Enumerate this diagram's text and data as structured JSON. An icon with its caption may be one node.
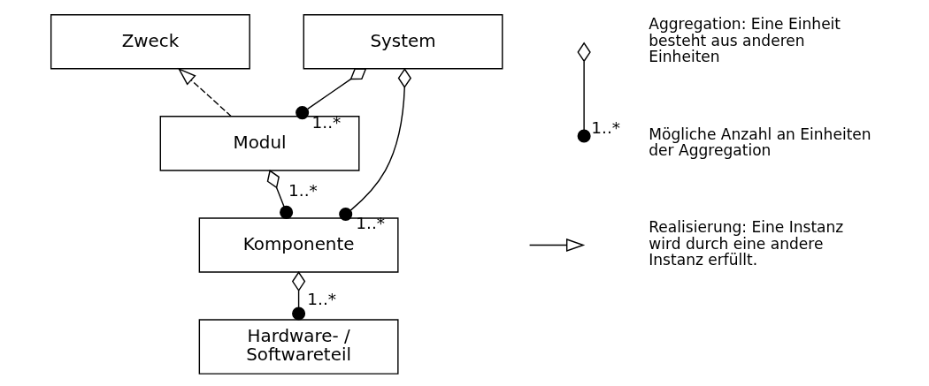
{
  "diagram": {
    "nodes": [
      {
        "text": [
          "Zweck"
        ]
      },
      {
        "text": [
          "System"
        ]
      },
      {
        "text": [
          "Modul"
        ]
      },
      {
        "text": [
          "Komponente"
        ]
      },
      {
        "text": [
          "Hardware- / Softwareteil"
        ]
      }
    ],
    "edges": [
      {
        "from": 2,
        "to": 0,
        "arrow": "to",
        "style": "dashed"
      },
      {
        "from": 1,
        "to": 2,
        "arrow": "other",
        "label": "1..*"
      },
      {
        "from": 1,
        "to": 3,
        "arrow": "other",
        "label": "1..*"
      },
      {
        "from": 2,
        "to": 3,
        "arrow": "other",
        "label": "1..*"
      },
      {
        "from": 3,
        "to": 4,
        "arrow": "other",
        "label": "1..*"
      }
    ],
    "labels": [
      "1..*"
    ],
    "legend": [
      {
        "text": "Aggregation: Eine Einheit besteht aus anderen Einheiten"
      },
      {
        "text": "Mögliche Anzahl an Einheiten der Aggregation"
      },
      {
        "text": "Realisierung: Eine Instanz wird durch eine andere Instanz erfüllt."
      }
    ]
  }
}
